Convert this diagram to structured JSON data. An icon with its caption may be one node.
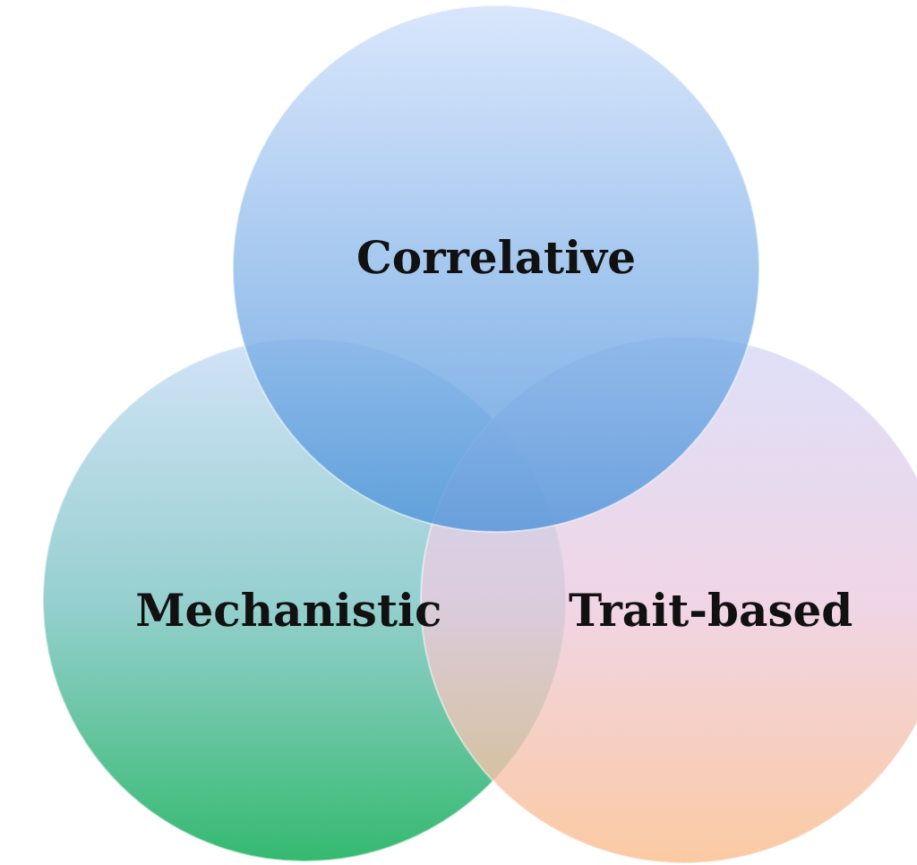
{
  "diagram": {
    "nodes": [
      {
        "text": [
          "Correlative"
        ]
      },
      {
        "text": [
          "Mechanistic"
        ]
      },
      {
        "text": [
          "Trait-based"
        ]
      }
    ]
  }
}
